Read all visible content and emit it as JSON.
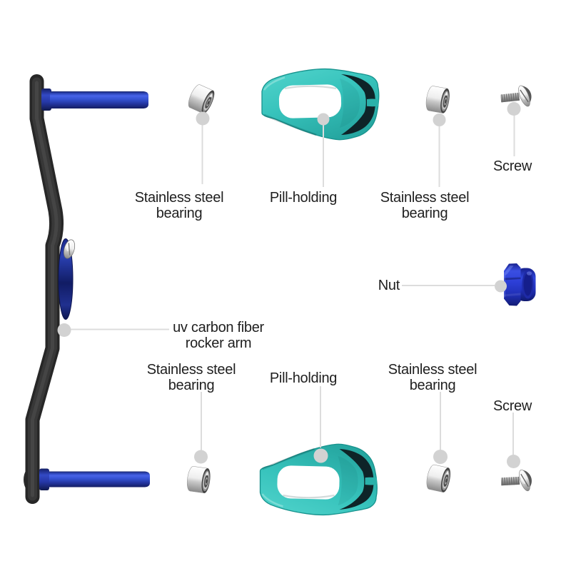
{
  "page": {
    "background": "#ffffff"
  },
  "colors": {
    "text": "#1f1f1f",
    "leader_line": "#d9d9d9",
    "leader_dot": "#d2d2d2",
    "arm_dark": "#323232",
    "shaft_blue": "#2f48c4",
    "nut_blue": "#2c3ed6",
    "pill_teal": "#35c2bb",
    "metal_silver": "#c9c9c9"
  },
  "labels": {
    "bearing_top_left": {
      "line1": "Stainless steel",
      "line2": "bearing"
    },
    "pill_top": {
      "text": "Pill-holding"
    },
    "bearing_top_right": {
      "line1": "Stainless steel",
      "line2": "bearing"
    },
    "screw_top": {
      "text": "Screw"
    },
    "nut": {
      "text": "Nut"
    },
    "rocker_arm": {
      "line1": "uv carbon fiber",
      "line2": "rocker arm"
    },
    "bearing_bottom_left": {
      "line1": "Stainless steel",
      "line2": "bearing"
    },
    "pill_bottom": {
      "text": "Pill-holding"
    },
    "bearing_bottom_right": {
      "line1": "Stainless steel",
      "line2": "bearing"
    },
    "screw_bottom": {
      "text": "Screw"
    }
  },
  "parts": [
    {
      "name": "uv carbon fiber rocker arm",
      "color": "#323232",
      "count": 1
    },
    {
      "name": "handle shaft",
      "color": "#2f48c4",
      "count": 2
    },
    {
      "name": "stainless steel bearing",
      "color": "#c9c9c9",
      "count": 4
    },
    {
      "name": "pill-holding",
      "color": "#35c2bb",
      "count": 2
    },
    {
      "name": "screw",
      "color": "#b0b0b0",
      "count": 2
    },
    {
      "name": "nut",
      "color": "#2c3ed6",
      "count": 1
    }
  ]
}
